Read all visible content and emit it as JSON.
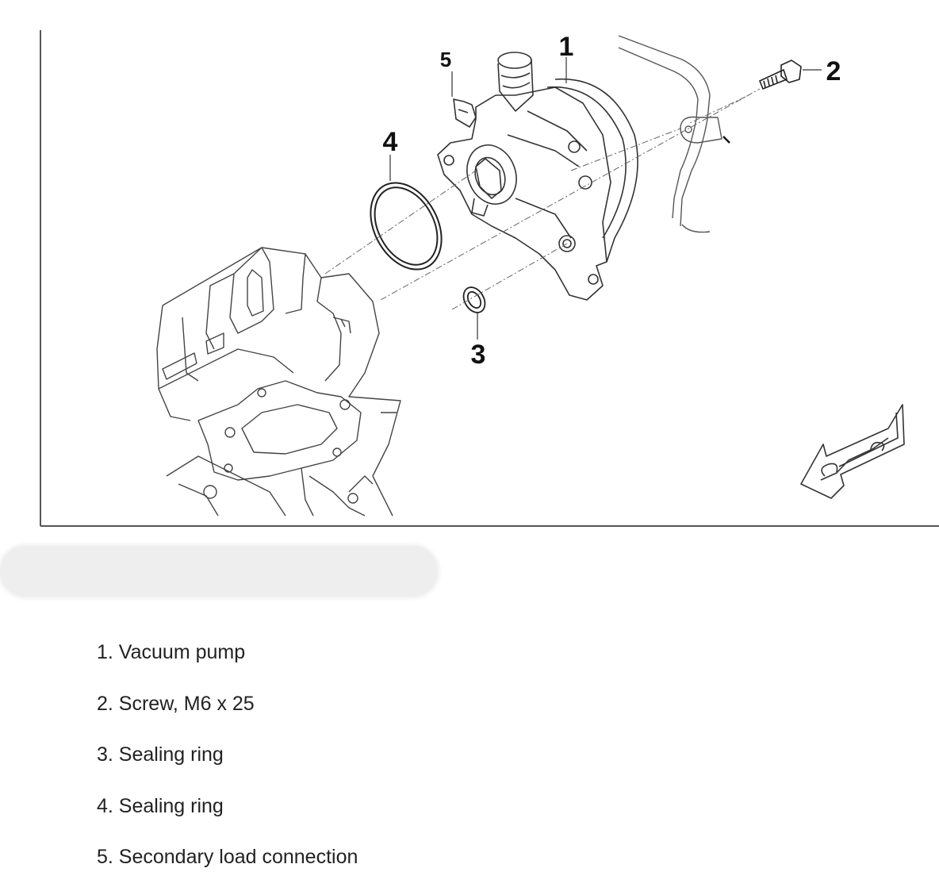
{
  "diagram": {
    "callouts": [
      {
        "number": "1"
      },
      {
        "number": "2"
      },
      {
        "number": "3"
      },
      {
        "number": "4"
      },
      {
        "number": "5"
      }
    ]
  },
  "legend": {
    "items": [
      {
        "label": "1. Vacuum pump"
      },
      {
        "label": "2. Screw, M6 x 25"
      },
      {
        "label": "3. Sealing ring"
      },
      {
        "label": "4. Sealing ring"
      },
      {
        "label": "5. Secondary load connection"
      }
    ]
  },
  "colors": {
    "line_art": "#333333",
    "frame": "#555555",
    "redaction": "#eeeeee",
    "text": "#222222"
  }
}
